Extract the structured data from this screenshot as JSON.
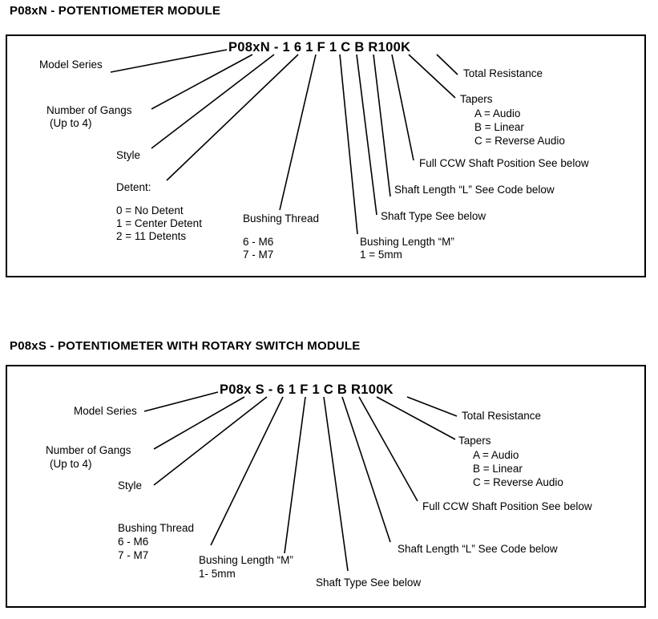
{
  "diagrams": [
    {
      "title": "P08xN - POTENTIOMETER MODULE",
      "part_number": "P08xN -  1 6 1 F 1 C B R100K",
      "labels": {
        "model_series": "Model Series",
        "number_of_gangs": "Number of Gangs",
        "number_of_gangs_sub": "(Up to 4)",
        "style": "Style",
        "detent_header": "Detent:",
        "detent_0": "0 = No Detent",
        "detent_1": "1 = Center Detent",
        "detent_2": "2 = 11 Detents",
        "bushing_thread": "Bushing Thread",
        "bushing_thread_6": "6 - M6",
        "bushing_thread_7": "7 - M7",
        "bushing_length": "Bushing Length “M”",
        "bushing_length_1": "1 = 5mm",
        "shaft_type": "Shaft Type See below",
        "shaft_length": "Shaft Length “L” See Code below",
        "full_ccw": "Full CCW Shaft Position See below",
        "tapers_header": "Tapers",
        "taper_a": "A = Audio",
        "taper_b": "B = Linear",
        "taper_c": "C = Reverse Audio",
        "total_resistance": "Total Resistance"
      }
    },
    {
      "title": "P08xS - POTENTIOMETER WITH ROTARY SWITCH MODULE",
      "part_number": "P08x S -  6 1  F 1 C B R100K",
      "labels": {
        "model_series": "Model Series",
        "number_of_gangs": "Number of Gangs",
        "number_of_gangs_sub": "(Up to 4)",
        "style": "Style",
        "bushing_thread": "Bushing Thread",
        "bushing_thread_6": "6 - M6",
        "bushing_thread_7": "7 - M7",
        "bushing_length": "Bushing Length “M”",
        "bushing_length_1": "1- 5mm",
        "shaft_type": "Shaft Type See below",
        "shaft_length": "Shaft Length “L” See Code below",
        "full_ccw": "Full CCW Shaft Position See below",
        "tapers_header": "Tapers",
        "taper_a": "A = Audio",
        "taper_b": "B = Linear",
        "taper_c": "C = Reverse Audio",
        "total_resistance": "Total Resistance"
      }
    }
  ],
  "colors": {
    "ink": "#000000",
    "paper": "#ffffff"
  }
}
